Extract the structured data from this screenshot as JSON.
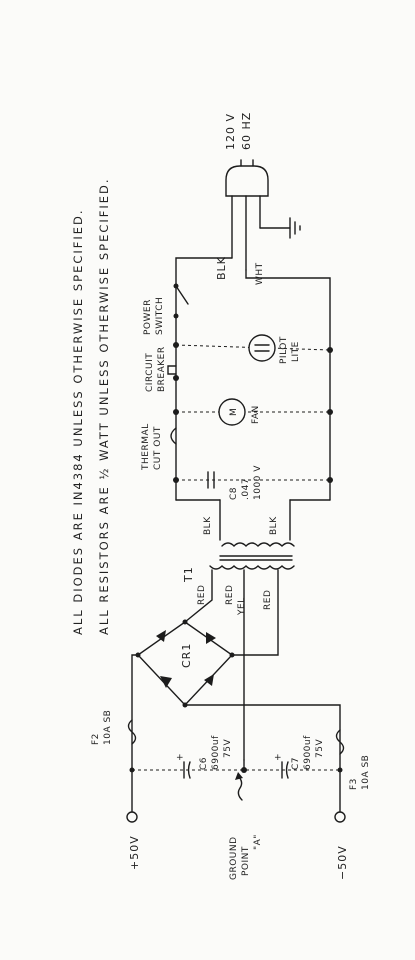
{
  "notes": {
    "line1": "ALL DIODES ARE IN4384 UNLESS OTHERWISE SPECIFIED.",
    "line2": "ALL RESISTORS ARE ½ WATT UNLESS OTHERWISE SPECIFIED."
  },
  "mains": {
    "voltage": "120 V",
    "freq": "60 HZ"
  },
  "wires": {
    "blk_top": "BLK",
    "wht": "WHT",
    "blk_xfmr_top": "BLK",
    "blk_xfmr_bot": "BLK"
  },
  "switch": {
    "l1": "POWER",
    "l2": "SWITCH"
  },
  "pilot": {
    "l1": "PILOT",
    "l2": "LITE"
  },
  "breaker": {
    "l1": "CIRCUIT",
    "l2": "BREAKER"
  },
  "fan": {
    "symbol": "M",
    "label": "FAN"
  },
  "thermal": {
    "l1": "THERMAL",
    "l2": "CUT OUT"
  },
  "c8": {
    "name": "C8",
    "value": ".047",
    "rating": "1000 V"
  },
  "transformer": {
    "name": "T1",
    "red1": "RED",
    "red2": "RED",
    "yel": "YEL",
    "red3": "RED"
  },
  "bridge": {
    "name": "CR1"
  },
  "f2": {
    "name": "F2",
    "rating": "10A SB"
  },
  "c6": {
    "name": "C6",
    "value": "6900uf",
    "rating": "75V"
  },
  "c7": {
    "name": "C7",
    "value": "6900uf",
    "rating": "75V"
  },
  "f3": {
    "name": "F3",
    "rating": "10A SB"
  },
  "ground": {
    "l1": "GROUND",
    "l2": "POINT",
    "l3": "\"A\""
  },
  "terminals": {
    "pos": "+50V",
    "neg": "−50V"
  },
  "polarity": {
    "plus": "+",
    "minus": "−"
  }
}
